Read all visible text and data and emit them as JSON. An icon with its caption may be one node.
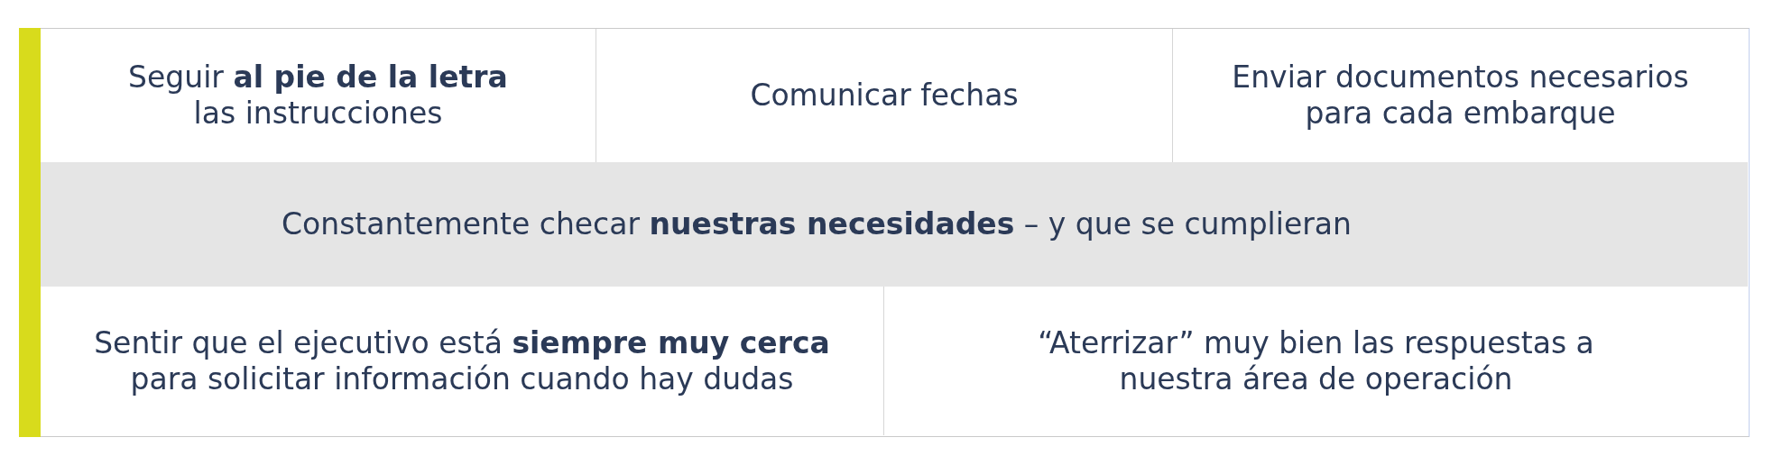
{
  "diagram": {
    "nodes": [
      {
        "text": [
          "Seguir **al pie de la letra** las instrucciones"
        ]
      },
      {
        "text": [
          "Comunicar fechas"
        ]
      },
      {
        "text": [
          "Enviar documentos necesarios para cada embarque"
        ]
      },
      {
        "text": [
          "Constantemente checar **nuestras necesidades** – y que se cumplieran"
        ]
      },
      {
        "text": [
          "Sentir que el ejecutivo está **siempre muy cerca** para solicitar información cuando hay dudas"
        ]
      },
      {
        "text": [
          "“Aterrizar” muy bien las respuestas a nuestra área de operación"
        ]
      }
    ]
  }
}
